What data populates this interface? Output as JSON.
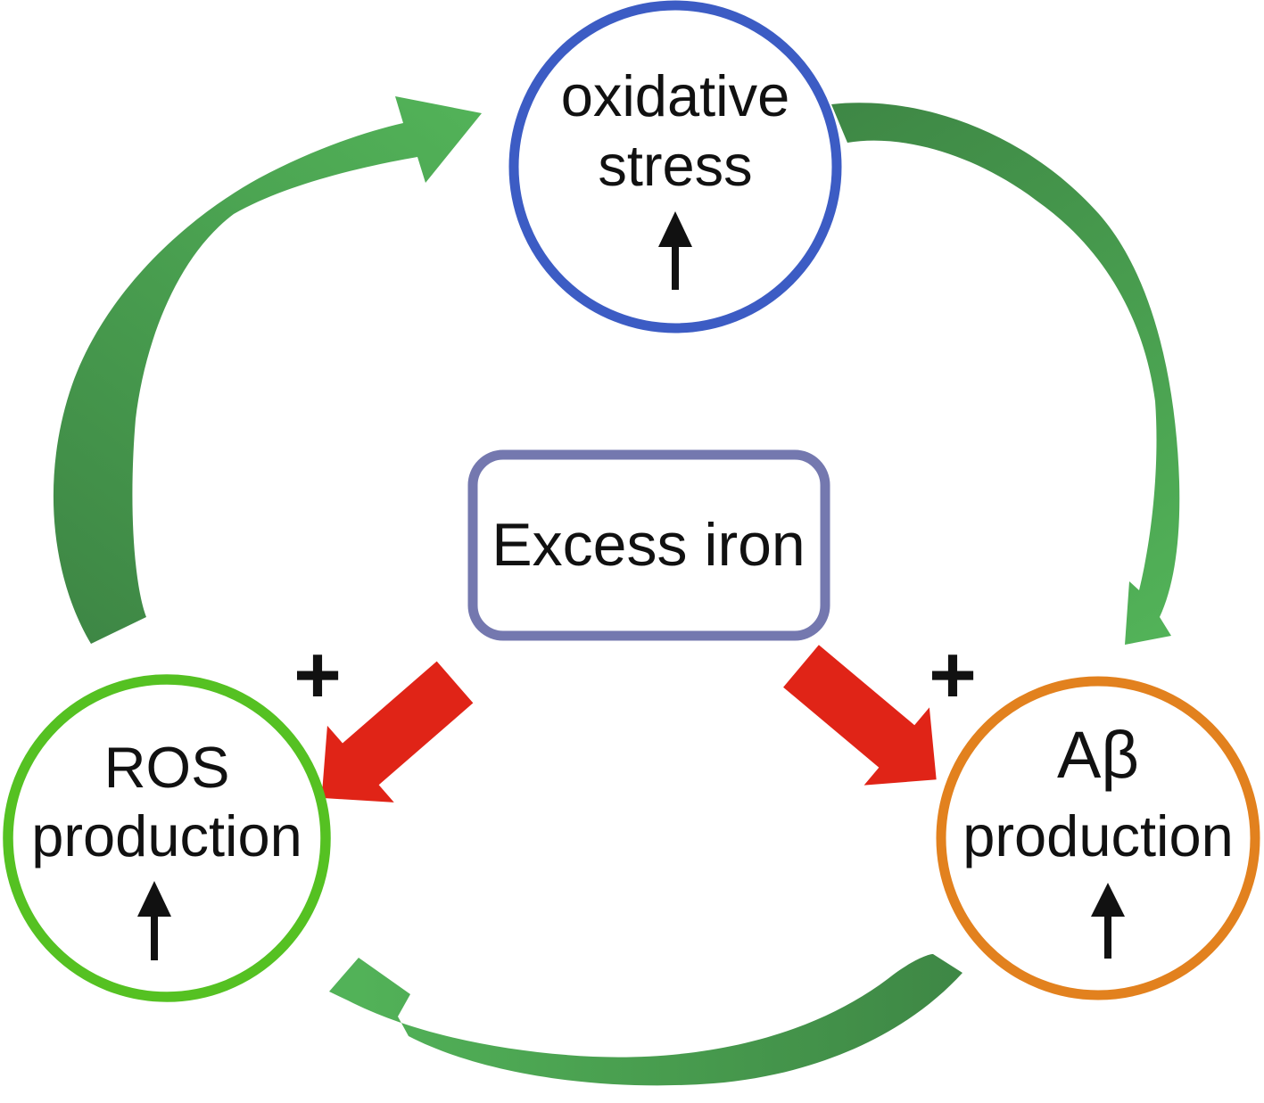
{
  "figure": {
    "type": "cycle-diagram",
    "background": "#ffffff",
    "text_color": "#111111"
  },
  "nodes": {
    "oxidative_stress": {
      "line1": "oxidative",
      "line2": "stress",
      "shape": "circle",
      "border_color": "#3C5CC4",
      "trend_icon": "up-arrow"
    },
    "ros_production": {
      "line1": "ROS",
      "line2": "production",
      "shape": "circle",
      "border_color": "#55C122",
      "trend_icon": "up-arrow"
    },
    "abeta_production": {
      "line1": "Aβ",
      "line2": "production",
      "shape": "circle",
      "border_color": "#E2811E",
      "trend_icon": "up-arrow"
    }
  },
  "center_box": {
    "label": "Excess iron",
    "border_color": "#7478AF"
  },
  "iron_effects": {
    "plus_symbol": "+",
    "arrow_color": "#E02417",
    "left_target": "ros_production",
    "right_target": "abeta_production"
  },
  "cycle_arrows": {
    "tail_color": "#3E8745",
    "head_color": "#52B258",
    "links": [
      {
        "from": "ros_production",
        "to": "oxidative_stress"
      },
      {
        "from": "oxidative_stress",
        "to": "abeta_production"
      },
      {
        "from": "abeta_production",
        "to": "ros_production"
      }
    ]
  }
}
